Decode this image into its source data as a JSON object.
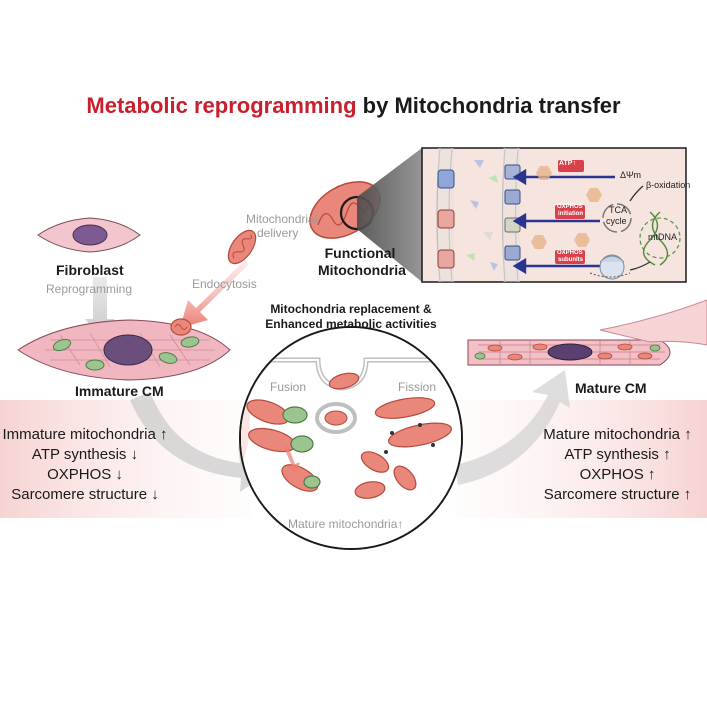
{
  "title": {
    "highlight": "Metabolic reprogramming",
    "rest": " by Mitochondria transfer"
  },
  "labels": {
    "fibroblast": "Fibroblast",
    "reprogramming": "Reprogramming",
    "immature_cm": "Immature CM",
    "mature_cm": "Mature CM",
    "mito_delivery_1": "Mitochondrial",
    "mito_delivery_2": "delivery",
    "endocytosis": "Endocytosis",
    "functional_1": "Functional",
    "functional_2": "Mitochondria",
    "replacement_1": "Mitochondria replacement &",
    "replacement_2": "Enhanced metabolic activities",
    "fusion": "Fusion",
    "fission": "Fission",
    "mature_mito": "Mature mitochondria↑"
  },
  "inset": {
    "atp": "ATP↑",
    "delta_psi": "ΔΨm",
    "beta_ox": "β-oxidation",
    "oxphos_init_1": "OXPHOS",
    "oxphos_init_2": "initiation",
    "tca_1": "TCA",
    "tca_2": "cycle",
    "mtdna": "mtDNA",
    "oxphos_sub_1": "OXPHOS",
    "oxphos_sub_2": "subunits"
  },
  "left_list": [
    {
      "text": "Immature mitochondria",
      "arrow": "↑"
    },
    {
      "text": "ATP synthesis",
      "arrow": "↓"
    },
    {
      "text": "OXPHOS",
      "arrow": "↓"
    },
    {
      "text": "Sarcomere structure",
      "arrow": "↓"
    }
  ],
  "right_list": [
    {
      "text": "Mature mitochondria",
      "arrow": "↑"
    },
    {
      "text": "ATP synthesis",
      "arrow": "↑"
    },
    {
      "text": "OXPHOS",
      "arrow": "↑"
    },
    {
      "text": "Sarcomere structure",
      "arrow": "↑"
    }
  ],
  "colors": {
    "title_red": "#c8202e",
    "mito_fill": "#e8877a",
    "mito_stroke": "#b5493d",
    "cell_fill": "#f3c6cd",
    "nucleus": "#6a4f7c",
    "immature_mito": "#9cc48e",
    "inset_bg": "#f6e4de",
    "transport_arrow": "#2a3590"
  }
}
